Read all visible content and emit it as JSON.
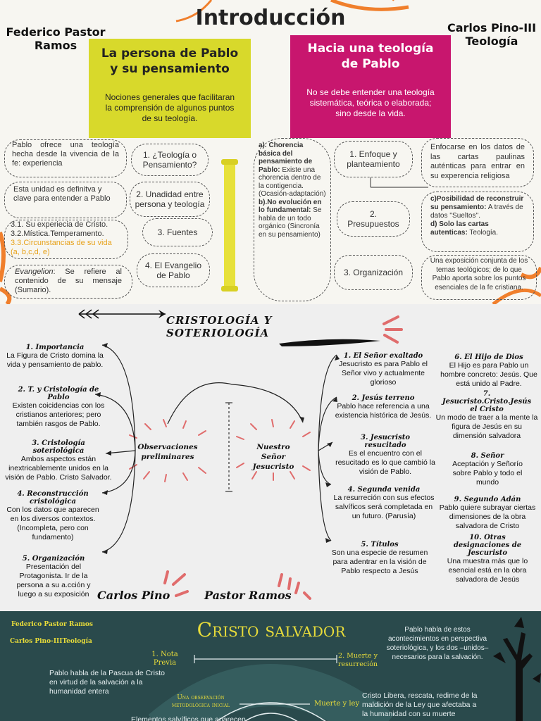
{
  "intro": {
    "title": "Introducción",
    "author_left": [
      "Federico Pastor",
      "Ramos"
    ],
    "author_right": [
      "Carlos Pino-III",
      "Teología"
    ],
    "left_panel": {
      "title": [
        "La persona de Pablo",
        "y su pensamiento"
      ],
      "text": "Nociones generales que facilitaran la comprensión de algunos puntos de su teología."
    },
    "right_panel": {
      "title": [
        "Hacia una teología",
        "de Pablo"
      ],
      "text": "No se debe entender una teología sistemática, teórica o elaborada; sino desde la vida."
    },
    "left_notes": {
      "n1": "Pablo ofrece una teología hecha desde la vivencia de la fe: experiencia",
      "n2": "Esta unidad es definitva y clave para entender a Pablo",
      "n3a": "3.1.  Su experiecia de Cristo.",
      "n3b": "3.2.Mística.Temperamento.",
      "n3c": "3.3.Circunstancias de su vida (a, b,c,d, e)",
      "n4a": "Evangelion",
      "n4b": ": Se refiere al contenido de su mensaje (Sumario)."
    },
    "left_ovals": [
      "1. ¿Teología o Pensamiento?",
      "2. Unadidad entre persona y teología",
      "3. Fuentes",
      "4. El Evangelio de Pablo"
    ],
    "center_notes": {
      "a_title": "a). Chorencia básica del pensamiento de Pablo:",
      "a_text": "Existe una chorencia dentro de la contigencia. (Ocasión-adaptación)",
      "b_title": "b).No evolución en lo fundamental:",
      "b_text": "Se habla de un todo orgánico (Sincronía en su pensamiento)"
    },
    "right_ovals": [
      "1. Enfoque y planteamiento",
      "2. Presupuestos",
      "3. Organización"
    ],
    "right_notes": {
      "n1": "Enfocarse en los datos de las cartas paulinas auténticas para entrar en su experencia religiosa",
      "c_title": "c)Posibilidad de reconstruir su pensamiento:",
      "c_text": "A través de datos ''Sueltos''.",
      "d_title": "d) Solo las cartas autenticas:",
      "d_text": "Teología.",
      "n3": "Una exposición conjunta de los temas teológicos; de lo que Pablo aporta sobre los puntos esenciales de la fe cristiana."
    }
  },
  "cristologia": {
    "title": "CRISTOLOGÍA Y SOTERIOLOGÍA",
    "center_left": "Observaciones preliminares",
    "center_right": "Nuestro Señor Jesucristo",
    "signature_left": "Carlos Pino",
    "signature_right": "Pastor Ramos",
    "left_topics": [
      {
        "title": "1. Importancia",
        "text": "La Figura de Cristo domina la vida y pensamiento de pablo."
      },
      {
        "title": "2. T. y Cristología de Pablo",
        "text": "Existen coicidencias con los cristianos anteriores; pero también rasgos de Pablo."
      },
      {
        "title": "3. Cristología soteriológica",
        "text": "Ambos aspectos están inextricablemente unidos en la visión de Pablo. Cristo Salvador."
      },
      {
        "title": "4. Reconstrucción cristológica",
        "text": "Con los datos que aparecen en los diversos contextos. (Incompleta, pero con fundamento)"
      },
      {
        "title": "5. Organización",
        "text": "Presentación del Protagonista. Ir de la persona a su a.cción y luego a su exposición"
      }
    ],
    "middle_topics": [
      {
        "title": "1. El Señor exaltado",
        "text": "Jesucristo es para Pablo el Señor vivo y actualmente glorioso"
      },
      {
        "title": "2. Jesús terreno",
        "text": "Pablo hace referencia a una existencia histórica de Jesús."
      },
      {
        "title": "3. Jesucristo resucitado",
        "text": "Es el encuentro con el resucitado  es lo que cambió la visión de Pablo."
      },
      {
        "title": "4. Segunda venida",
        "text": "La resurreción con sus efectos salvíficos será completada en un futuro. (Parusía)"
      },
      {
        "title": "5. Títulos",
        "text": "Son una especie de resumen para adentrar en la visión de Pablo respecto a Jesús"
      }
    ],
    "right_topics": [
      {
        "title": "6. El Hijo de Dios",
        "text": "El Hijo es para Pablo un hombre concreto: Jesús. Que está unido al Padre."
      },
      {
        "title": "7. Jesucristo.Cristo.Jesús el Cristo",
        "text": "Un modo de traer a la mente la figura de Jesús en su dimensión salvadora"
      },
      {
        "title": "8. Señor",
        "text": "Aceptación y Señorío sobre Pablo y todo el mundo"
      },
      {
        "title": "9. Segundo Adán",
        "text": "Pablo quiere subrayar ciertas dimensiones de la obra salvadora de Cristo"
      },
      {
        "title": "10. Otras designaciones de Jescuristo",
        "text": "Una muestra más que lo esencial está en la obra salvadora de Jesús"
      }
    ]
  },
  "salvador": {
    "author_1": "Federico Pastor Ramos",
    "author_2": "Carlos Pino-IIITeología",
    "title": "Cristo salvador",
    "label_1": [
      "1. Nota",
      "Previa"
    ],
    "label_2": [
      "2. Muerte y",
      "resurreción"
    ],
    "label_3": [
      "Una observación",
      "metodológica inicial"
    ],
    "label_4": "Muerte y ley",
    "text_left": "Pablo habla de la Pascua de Cristo en virtud de la salvación a la humanidad entera",
    "text_right_top": "Pablo habla de estos acontecimientos en perspectiva soteriológica, y los dos –unidos– necesarios para la salvación.",
    "text_right_bottom": "Cristo Libera, rescata, redime de la maldición de la Ley  que afectaba a la humanidad con su muerte",
    "text_bottom": "Elementos salvíficos que aparecen"
  }
}
